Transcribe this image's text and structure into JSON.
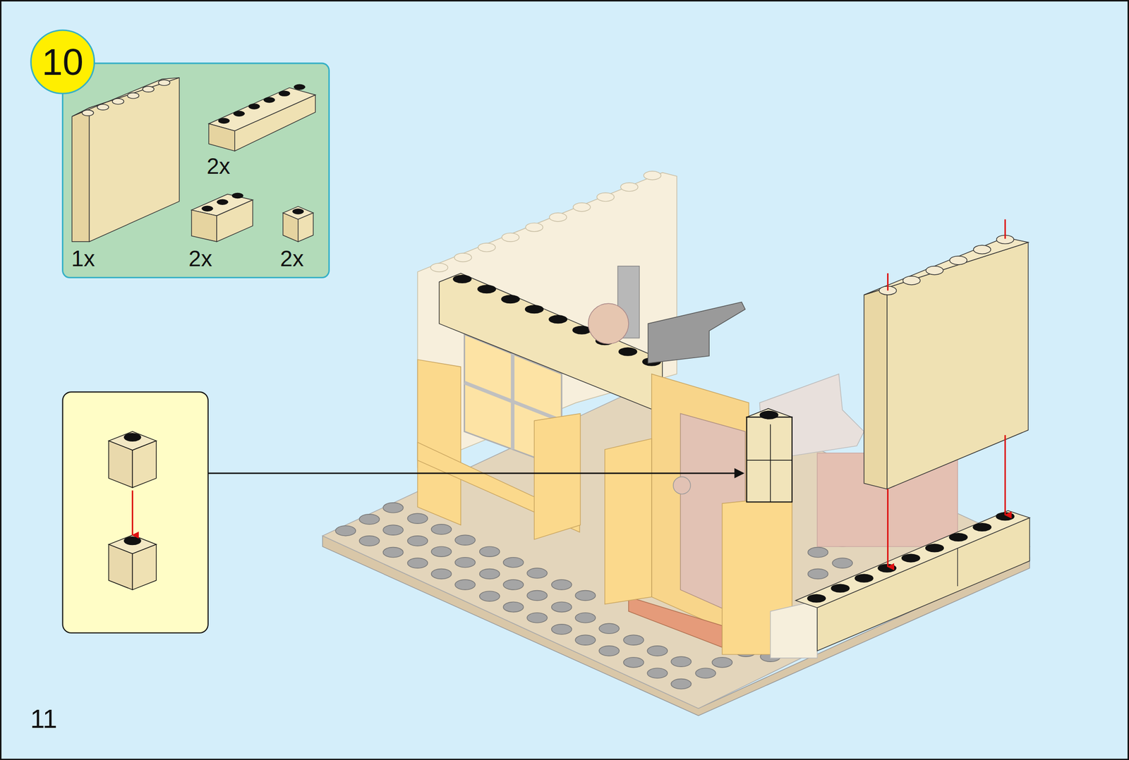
{
  "diagram": {
    "nodes": [
      {
        "text": [
          "10"
        ]
      }
    ],
    "labels": [
      "2x",
      "1x",
      "2x",
      "2x",
      "11"
    ]
  }
}
